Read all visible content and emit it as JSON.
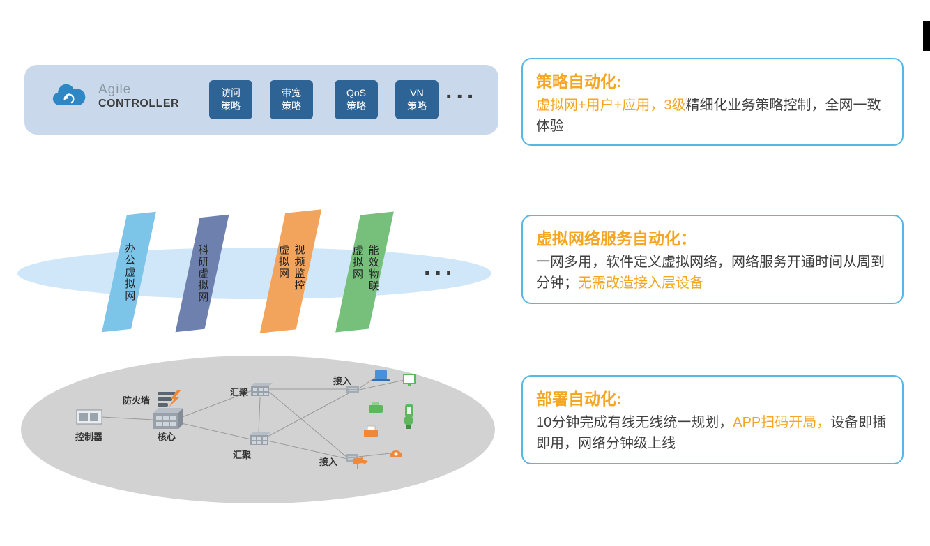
{
  "banner": {
    "brand": {
      "top": "Agile",
      "bottom": "CONTROLLER"
    },
    "policies": [
      {
        "line1": "访问",
        "line2": "策略"
      },
      {
        "line1": "带宽",
        "line2": "策略"
      },
      {
        "line1": "QoS",
        "line2": "策略"
      },
      {
        "line1": "VN",
        "line2": "策略"
      }
    ],
    "ellipsis": "..."
  },
  "vnets": {
    "items": [
      {
        "label": "办公虚拟网",
        "color": "#7cc5e8"
      },
      {
        "label": "科研虚拟网",
        "color": "#6d80ae"
      },
      {
        "label": "视频监控虚拟网",
        "color": "#f2a35c"
      },
      {
        "label": "能效物联虚拟网",
        "color": "#76c07c"
      }
    ],
    "ellipsis": "..."
  },
  "topology": {
    "labels": {
      "controller": "控制器",
      "firewall": "防火墙",
      "core": "核心",
      "agg_top": "汇聚",
      "agg_bottom": "汇聚",
      "access_top": "接入",
      "access_bottom": "接入"
    },
    "device_icons": [
      "laptop-icon",
      "monitor-icon",
      "fax-icon",
      "phone-icon",
      "printer-icon",
      "lightbulb-icon",
      "cctv-camera-icon",
      "dome-camera-icon"
    ]
  },
  "callouts": [
    {
      "title": "策略自动化:",
      "segments": [
        {
          "text": "虚拟网+用户+应用，3级",
          "emphasis": true
        },
        {
          "text": "精细化业务策略控制，全网一致体验",
          "emphasis": false
        }
      ]
    },
    {
      "title": "虚拟网络服务自动化：",
      "segments": [
        {
          "text": "一网多用，软件定义虚拟网络，网络服务开通时间从周到分钟；",
          "emphasis": false
        },
        {
          "text": "无需改造接入层设备",
          "emphasis": true
        }
      ]
    },
    {
      "title": "部署自动化:",
      "segments": [
        {
          "text": "10分钟完成有线无线统一规划，",
          "emphasis": false
        },
        {
          "text": "APP扫码开局，",
          "emphasis": true
        },
        {
          "text": "设备即插即用，网络分钟级上线",
          "emphasis": false
        }
      ]
    }
  ],
  "colors": {
    "banner_bg": "#c9d8ea",
    "policy_box": "#2e6396",
    "mid_ellipse": "#cfe7f8",
    "bottom_ellipse": "#d2d2d2",
    "accent_orange": "#f5a623",
    "callout_border": "#56b7e6",
    "device_blue": "#4a90d9",
    "device_green": "#5cb85c",
    "device_orange": "#f0883a"
  }
}
